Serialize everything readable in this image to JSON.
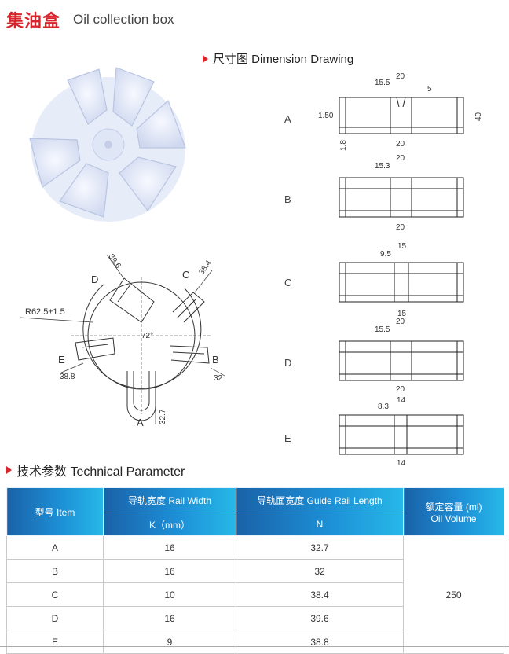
{
  "header": {
    "title_cn": "集油盒",
    "title_en": "Oil collection box"
  },
  "dimension_section": {
    "title": "尺寸图 Dimension Drawing"
  },
  "technical_section": {
    "title": "技术参数 Technical Parameter"
  },
  "top_view": {
    "radius_label": "R62.5±1.5",
    "angle_label": "72°",
    "labels": [
      "A",
      "B",
      "C",
      "D",
      "E"
    ],
    "dims": {
      "A": "32.7",
      "B": "32",
      "C": "38.4",
      "D": "39.6",
      "E": "38.8"
    }
  },
  "drawings": {
    "A": {
      "label": "A",
      "top": [
        "15.5",
        "20",
        "5"
      ],
      "side": [
        "1.50",
        "1.8",
        "40"
      ],
      "bottom": "20"
    },
    "B": {
      "label": "B",
      "top": [
        "15.3",
        "20"
      ],
      "bottom": "20"
    },
    "C": {
      "label": "C",
      "top": [
        "9.5",
        "15"
      ],
      "bottom": "15"
    },
    "D": {
      "label": "D",
      "top": [
        "15.5",
        "20"
      ],
      "bottom": "20"
    },
    "E": {
      "label": "E",
      "top": [
        "8.3",
        "14"
      ],
      "bottom": "14"
    }
  },
  "table": {
    "col_item": "型号 Item",
    "col_rail_width": "导轨宽度   Rail Width",
    "col_rail_width_unit": "K（mm）",
    "col_rail_length": "导轨面宽度   Guide Rail Length",
    "col_rail_length_unit": "N",
    "col_volume_cn": "额定容量 (ml)",
    "col_volume_en": "Oil Volume",
    "rows": [
      {
        "item": "A",
        "k": "16",
        "n": "32.7"
      },
      {
        "item": "B",
        "k": "16",
        "n": "32"
      },
      {
        "item": "C",
        "k": "10",
        "n": "38.4"
      },
      {
        "item": "D",
        "k": "16",
        "n": "39.6"
      },
      {
        "item": "E",
        "k": "9",
        "n": "38.8"
      }
    ],
    "volume": "250"
  }
}
